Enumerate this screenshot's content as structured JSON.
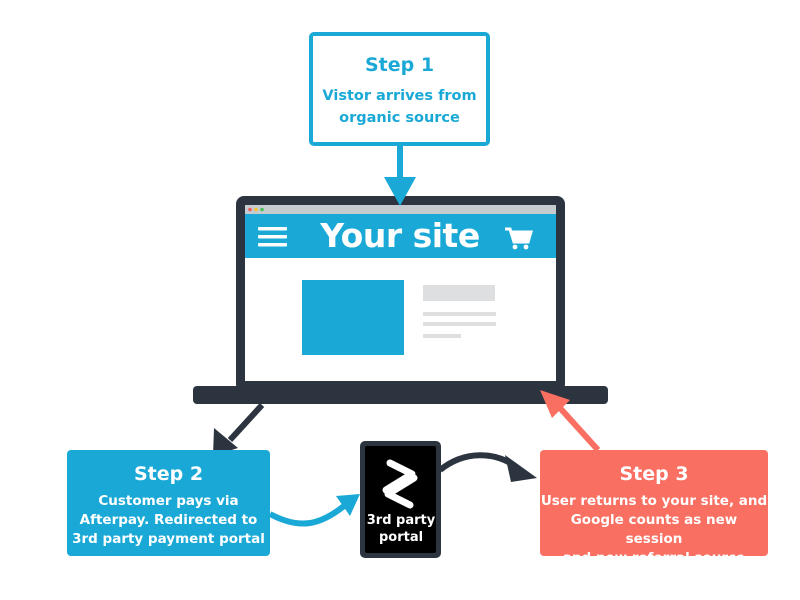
{
  "step1": {
    "title": "Step 1",
    "line1": "Vistor arrives from",
    "line2": "organic source"
  },
  "step2": {
    "title": "Step 2",
    "line1": "Customer pays via",
    "line2": "Afterpay. Redirected to",
    "line3": "3rd party payment portal"
  },
  "step3": {
    "title": "Step 3",
    "line1": "User returns to your site, and",
    "line2": "Google counts as new session",
    "line3": "and new referral source"
  },
  "site": {
    "title": "Your site"
  },
  "portal": {
    "line1": "3rd party",
    "line2": "portal"
  },
  "colors": {
    "blue": "#1aa9d6",
    "coral": "#f96f61",
    "dark": "#2c3440",
    "black": "#000000"
  },
  "icons": [
    "hamburger-menu-icon",
    "shopping-cart-icon",
    "afterpay-logo-icon"
  ]
}
